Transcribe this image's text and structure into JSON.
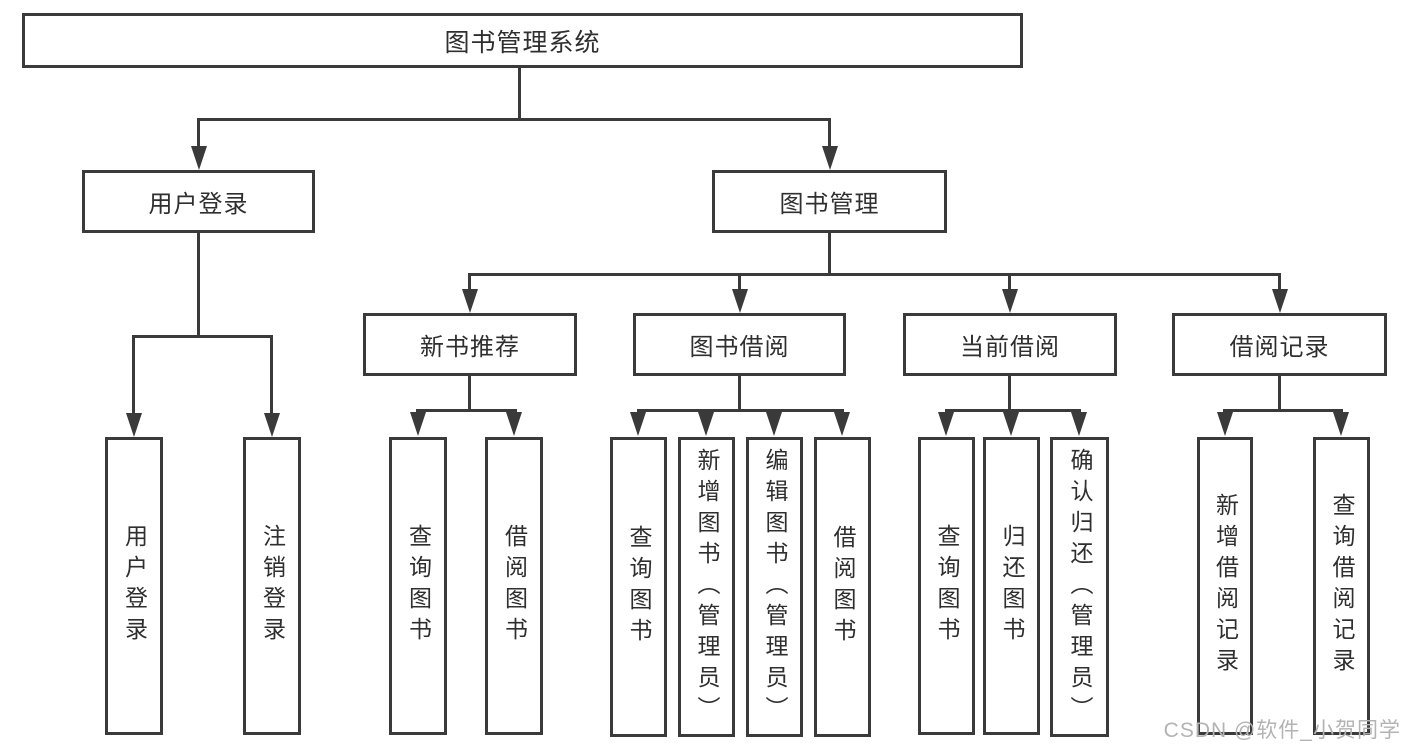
{
  "diagram": {
    "title": "图书管理系统",
    "tree": {
      "root": {
        "label": "图书管理系统"
      },
      "branches": [
        {
          "label": "用户登录",
          "children": [
            {
              "label": "用户登录"
            },
            {
              "label": "注销登录"
            }
          ]
        },
        {
          "label": "图书管理",
          "children": [
            {
              "label": "新书推荐",
              "children": [
                {
                  "label": "查询图书"
                },
                {
                  "label": "借阅图书"
                }
              ]
            },
            {
              "label": "图书借阅",
              "children": [
                {
                  "label": "查询图书"
                },
                {
                  "label": "新增图书（管理员）"
                },
                {
                  "label": "编辑图书（管理员）"
                },
                {
                  "label": "借阅图书"
                }
              ]
            },
            {
              "label": "当前借阅",
              "children": [
                {
                  "label": "查询图书"
                },
                {
                  "label": "归还图书"
                },
                {
                  "label": "确认归还（管理员）"
                }
              ]
            },
            {
              "label": "借阅记录",
              "children": [
                {
                  "label": "新增借阅记录"
                },
                {
                  "label": "查询借阅记录"
                }
              ]
            }
          ]
        }
      ]
    },
    "colors": {
      "line": "#3a3a3a",
      "text": "#2f2f2f",
      "background": "#ffffff",
      "watermark": "#b3b3b3"
    }
  },
  "watermark": {
    "text": "CSDN @软件_小贺同学"
  }
}
